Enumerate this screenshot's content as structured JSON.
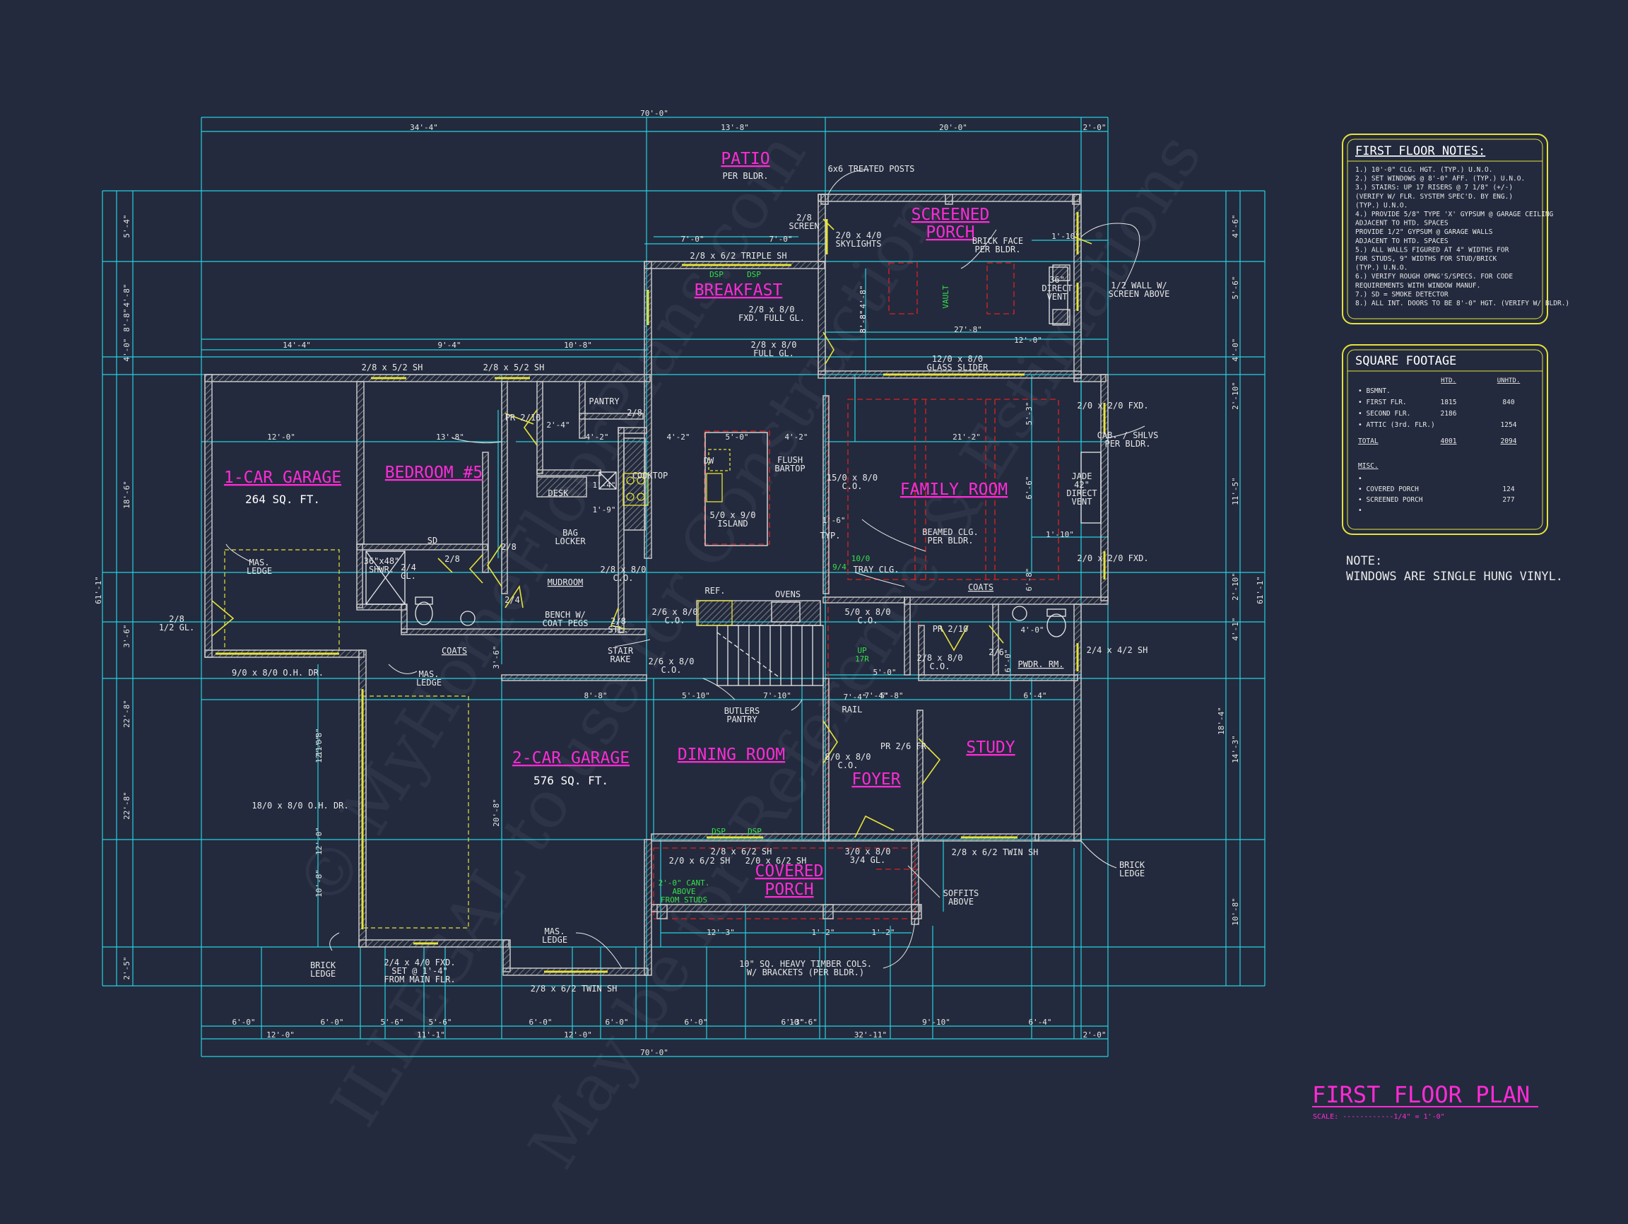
{
  "colors": {
    "background": "#232a3d",
    "dimension_line": "#26d0e0",
    "wall": "#c8c8c8",
    "window": "#e6e23a",
    "room_label": "#ff2bd6",
    "text": "#e8e8e8",
    "hidden_line": "#e02020",
    "accent_green": "#35e04a"
  },
  "watermark": {
    "line1": "© MyHomeFloorPlans.com",
    "line2": "ILLEGAL to use for Construction",
    "line3": "May be for Reference & Estimations"
  },
  "title": {
    "main": "FIRST FLOOR PLAN",
    "scale": "SCALE: ------------1/4\" = 1'-0\""
  },
  "notes": {
    "heading": "FIRST FLOOR NOTES:",
    "items": [
      "1.) 10'-0\" CLG. HGT. (TYP.) U.N.O.",
      "2.) SET WINDOWS @ 8'-0\" AFF. (TYP.) U.N.O.",
      "3.) STAIRS: UP 17 RISERS @ 7 1/8\" (+/-)",
      "    (VERIFY W/ FLR. SYSTEM SPEC'D. BY ENG.)",
      "    (TYP.) U.N.O.",
      "4.) PROVIDE 5/8\" TYPE 'X' GYPSUM @ GARAGE CEILING",
      "    ADJACENT TO HTD. SPACES",
      "    PROVIDE 1/2\" GYPSUM @ GARAGE WALLS",
      "    ADJACENT TO HTD. SPACES",
      "5.) ALL WALLS FIGURED AT 4\" WIDTHS FOR",
      "    FOR STUDS, 9\" WIDTHS FOR STUD/BRICK",
      "    (TYP.) U.N.O.",
      "6.) VERIFY ROUGH OPNG'S/SPECS. FOR CODE",
      "    REQUIREMENTS WITH WINDOW MANUF.",
      "7.) SD = SMOKE DETECTOR",
      "8.) ALL INT. DOORS TO BE 8'-0\" HGT. (VERIFY W/ BLDR.)"
    ]
  },
  "sqft": {
    "heading": "SQUARE FOOTAGE",
    "col_htd": "HTD.",
    "col_unhtd": "UNHTD.",
    "rows": [
      {
        "label": "• BSMNT.",
        "htd": "",
        "unhtd": ""
      },
      {
        "label": "• FIRST FLR.",
        "htd": "1815",
        "unhtd": "840"
      },
      {
        "label": "• SECOND FLR.",
        "htd": "2186",
        "unhtd": ""
      },
      {
        "label": "• ATTIC (3rd. FLR.)",
        "htd": "",
        "unhtd": "1254"
      }
    ],
    "total": {
      "label": "TOTAL",
      "htd": "4001",
      "unhtd": "2094"
    },
    "misc_heading": "MISC.",
    "misc_rows": [
      {
        "label": "•",
        "value": ""
      },
      {
        "label": "• COVERED PORCH",
        "value": "124"
      },
      {
        "label": "• SCREENED PORCH",
        "value": "277"
      },
      {
        "label": "•",
        "value": ""
      }
    ]
  },
  "side_note": {
    "line1": "NOTE:",
    "line2": "WINDOWS ARE SINGLE HUNG VINYL."
  },
  "rooms": {
    "patio": "PATIO",
    "patio_sub": "PER BLDR.",
    "screened_porch_1": "SCREENED",
    "screened_porch_2": "PORCH",
    "breakfast": "BREAKFAST",
    "pantry": "PANTRY",
    "garage1": "1-CAR GARAGE",
    "garage1_sqft": "264 SQ. FT.",
    "bedroom5": "BEDROOM #5",
    "family": "FAMILY ROOM",
    "mudroom": "MUDROOM",
    "garage2": "2-CAR GARAGE",
    "garage2_sqft": "576 SQ. FT.",
    "dining": "DINING ROOM",
    "foyer": "FOYER",
    "study": "STUDY",
    "covered_porch_1": "COVERED",
    "covered_porch_2": "PORCH",
    "pwdr": "PWDR. RM.",
    "coats": "COATS",
    "coats2": "COATS"
  },
  "dimensions": {
    "overall_top": "70'-0\"",
    "overall_bottom": "70'-0\"",
    "top": [
      "34'-4\"",
      "13'-8\"",
      "20'-0\"",
      "2'-0\""
    ],
    "top2": [
      "14'-4\"",
      "9'-4\"",
      "10'-8\""
    ],
    "bottom1": [
      "6'-0\"",
      "6'-0\"",
      "5'-6\"",
      "5'-6\"",
      "6'-0\"",
      "6'-0\"",
      "6'-0\"",
      "6'-3\"",
      "10'-6\"",
      "9'-10\"",
      "6'-4\""
    ],
    "bottom2": [
      "12'-0\"",
      "11'-1\"",
      "12'-0\"",
      "32'-11\"",
      "2'-0\""
    ],
    "left": [
      "5'-4\"",
      "4'-8\"",
      "8'-8\"",
      "4'-0\"",
      "18'-6\"",
      "3'-6\"",
      "22'-8\"",
      "22'-8\"",
      "2'-5\""
    ],
    "left_overall": "61'-1\"",
    "right": [
      "4'-6\"",
      "5'-6\"",
      "4'-0\"",
      "2'-10\"",
      "11'-5\"",
      "2'-10\"",
      "4'-1\"",
      "18'-4\"",
      "14'-3\"",
      "10'-8\""
    ],
    "right_overall": "61'-1\"",
    "interior": [
      "12'-0\"",
      "13'-8\"",
      "7'-0\"",
      "7'-0\"",
      "4'-2\"",
      "4'-2\"",
      "5'-0\"",
      "4'-2\"",
      "21'-2\"",
      "27'-8\"",
      "12'-0\"",
      "1'-10\"",
      "8'-8\"",
      "5'-8\"",
      "6'-4\"",
      "7'-10\"",
      "5'-10\"",
      "5'-0\"",
      "7'-4\"",
      "8'-8\"",
      "12'-3\"",
      "1'-2\"",
      "1'-2\"",
      "12'-0\"",
      "12'-0\"",
      "11'-8\"",
      "10'-8\"",
      "20'-8\"",
      "3'-6\"",
      "4'-8\"",
      "8'-8\"",
      "1'-6\"",
      "1'-10\"",
      "6'-6\"",
      "5'-3\"",
      "6'-8\"",
      "7'-4\"",
      "2'-4\"",
      "1'-9\"",
      "1'-4\"",
      "4'-0\"",
      "6'-0\""
    ]
  },
  "annotations": {
    "treated_posts": "6x6 TREATED POSTS",
    "screen": "2/8\nSCREEN",
    "skylights": "2/0 x 4/0\nSKYLIGHTS",
    "brick_face": "BRICK FACE\nPER BLDR.",
    "half_wall": "1/2 WALL W/\nSCREEN ABOVE",
    "direct_vent": "36\"\nDIRECT\nVENT",
    "vault": "VAULT",
    "triple_sh": "2/8 x 6/2 TRIPLE SH",
    "dsp": "DSP",
    "fxd_full": "2/8 x 8/0\nFXD. FULL GL.",
    "full_gl": "2/8 x 8/0\nFULL GL.",
    "glass_slider": "12/0 x 8/0\nGLASS SLIDER",
    "fxd_1": "2/0 x 2/0 FXD.",
    "fxd_2": "2/0 x 2/0 FXD.",
    "cab_shlvs": "CAB. / SHLVS\nPER BLDR.",
    "jade_vent": "JADE\n42\"\nDIRECT\nVENT",
    "sh_1": "2/8 x 5/2 SH",
    "sh_2": "2/8 x 5/2 SH",
    "pr_210": "PR 2/10",
    "door_28": "2/8",
    "desk": "DESK",
    "cooktop": "COOKTOP",
    "flush_bartop": "FLUSH\nBARTOP",
    "dw": "DW",
    "island": "5/0 x 9/0\nISLAND",
    "co_1510": "15/0 x 8/0\nC.O.",
    "beamed_clg": "BEAMED CLG.\nPER BLDR.",
    "tray_clg": "TRAY CLG.",
    "typ": "TYP.",
    "bag_locker": "BAG\nLOCKER",
    "co_28": "2/8 x 8/0\nC.O.",
    "mas_ledge_1": "MAS.\nLEDGE",
    "mas_ledge_2": "MAS.\nLEDGE",
    "mas_ledge_3": "MAS.\nLEDGE",
    "sd": "SD",
    "shwr": "36\"x48\"\nSHWR.",
    "gl_half": "2/8\n1/2 GL.",
    "oh_dr_1": "9/0 x 8/0 O.H. DR.",
    "oh_dr_2": "18/0 x 8/0 O.H. DR.",
    "bench": "BENCH W/\nCOAT PEGS",
    "stl": "2/8\nSTL.",
    "co_26_1": "2/6 x 8/0\nC.O.",
    "co_26_2": "2/6 x 8/0\nC.O.",
    "ref": "REF.",
    "ovens": "OVENS",
    "stair_rake": "STAIR\nRAKE",
    "up_17r": "UP\n17R",
    "co_50": "5/0 x 8/0\nC.O.",
    "pr_210_2": "PR 2/10",
    "co_28_2": "2/8 x 8/0\nC.O.",
    "door_26": "2/6",
    "sh_24": "2/4 x 4/2 SH",
    "butlers": "BUTLERS\nPANTRY",
    "rail": "RAIL",
    "co_80": "8/0 x 8/0\nC.O.",
    "pr_26": "PR 2/6 FR.",
    "sh_28_62": "2/8 x 6/2 SH",
    "sh_20_62_1": "2/0 x 6/2 SH",
    "sh_20_62_2": "2/0 x 6/2 SH",
    "gl_34": "3/0 x 8/0\n3/4 GL.",
    "twin_sh_1": "2/8 x 6/2 TWIN SH",
    "twin_sh_2": "2/8 x 6/2 TWIN SH",
    "cant": "2'-0\" CANT.\nABOVE\nFROM STUDS",
    "soffits": "SOFFITS\nABOVE",
    "brick_ledge_1": "BRICK\nLEDGE",
    "brick_ledge_2": "BRICK\nLEDGE",
    "fxd_set": "2/4 x 4/0 FXD.\nSET @ 1'-4\"\nFROM MAIN FLR.",
    "timber_cols": "10\" SQ. HEAVY TIMBER COLS.\nW/ BRACKETS (PER BLDR.)",
    "door_24": "2/4",
    "door_28_b": "2/8",
    "door_28_c": "2/8",
    "door_1010": "10/0",
    "door_94": "9/4",
    "gl_24": "2/4\nGL."
  }
}
